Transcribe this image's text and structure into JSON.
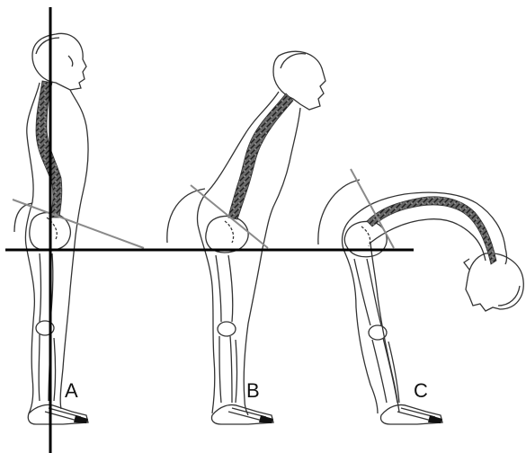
{
  "figure": {
    "labels": {
      "a": "A",
      "b": "B",
      "c": "C"
    },
    "colors": {
      "outline": "#333333",
      "axis": "#000000",
      "pelvic_line": "#8a8a8a",
      "spine": "#4a4a4a"
    }
  }
}
